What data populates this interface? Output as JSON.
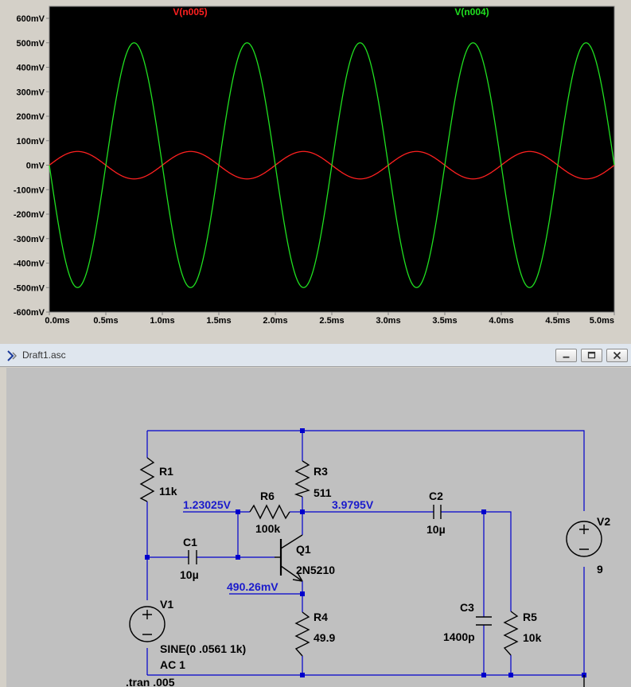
{
  "window": {
    "title": "Draft1.asc",
    "controls": {
      "minimize": "minimize",
      "maximize": "maximize",
      "close": "close"
    }
  },
  "colors": {
    "plot_bg": "#000000",
    "plot_grid": "#808080",
    "trace_n005": "#ff2020",
    "trace_n004": "#20e020",
    "wire": "#0000cc",
    "voltage_label": "#1a1acc",
    "component": "#000000",
    "schematic_bg": "#c0c0c0"
  },
  "plot": {
    "traces": [
      "V(n005)",
      "V(n004)"
    ],
    "y_ticks": [
      "600mV",
      "500mV",
      "400mV",
      "300mV",
      "200mV",
      "100mV",
      "0mV",
      "-100mV",
      "-200mV",
      "-300mV",
      "-400mV",
      "-500mV",
      "-600mV"
    ],
    "x_ticks": [
      "0.0ms",
      "0.5ms",
      "1.0ms",
      "1.5ms",
      "2.0ms",
      "2.5ms",
      "3.0ms",
      "3.5ms",
      "4.0ms",
      "4.5ms",
      "5.0ms"
    ]
  },
  "chart_data": {
    "type": "line",
    "x_unit": "ms",
    "y_unit": "mV",
    "xlim": [
      0,
      5
    ],
    "ylim": [
      -600,
      600
    ],
    "grid": false,
    "series": [
      {
        "name": "V(n005)",
        "color": "#ff2020",
        "waveform": "sine",
        "amplitude": 56.1,
        "frequency_hz": 1000,
        "phase_deg": 0
      },
      {
        "name": "V(n004)",
        "color": "#20e020",
        "waveform": "sine",
        "amplitude": 500,
        "frequency_hz": 1000,
        "phase_deg": 180
      }
    ]
  },
  "schematic": {
    "components": {
      "R1": {
        "name": "R1",
        "value": "11k"
      },
      "R3": {
        "name": "R3",
        "value": "511"
      },
      "R6": {
        "name": "R6",
        "value": "100k"
      },
      "C2": {
        "name": "C2",
        "value": "10µ"
      },
      "C1": {
        "name": "C1",
        "value": "10µ"
      },
      "Q1": {
        "name": "Q1",
        "value": "2N5210"
      },
      "V2": {
        "name": "V2",
        "value": "9"
      },
      "V1": {
        "name": "V1",
        "source": "SINE(0 .0561 1k)",
        "ac": "AC 1"
      },
      "R4": {
        "name": "R4",
        "value": "49.9"
      },
      "C3": {
        "name": "C3",
        "value": "1400p"
      },
      "R5": {
        "name": "R5",
        "value": "10k"
      }
    },
    "node_voltages": {
      "base": "1.23025V",
      "collector": "3.9795V",
      "emitter": "490.26mV"
    },
    "directive": ".tran .005"
  }
}
